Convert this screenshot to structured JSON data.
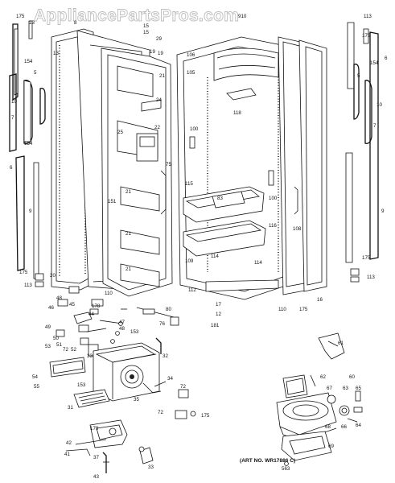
{
  "watermark": "AppliancePartsPros.com",
  "art_number": "(ART NO. WR17886 C)",
  "labels": [
    "175",
    "13",
    "8",
    "15",
    "29",
    "910",
    "113",
    "175",
    "15",
    "19",
    "19",
    "21",
    "24",
    "25",
    "22",
    "21",
    "21",
    "21",
    "75",
    "151",
    "13",
    "5",
    "154",
    "154",
    "10",
    "7",
    "6",
    "9",
    "175",
    "113",
    "106",
    "105",
    "118",
    "100",
    "115",
    "83",
    "100",
    "116",
    "108",
    "109",
    "114",
    "114",
    "112",
    "17",
    "12",
    "181",
    "110",
    "175",
    "16",
    "6",
    "154",
    "5",
    "10",
    "7",
    "9",
    "175",
    "113",
    "20",
    "48",
    "110",
    "178",
    "46",
    "45",
    "49",
    "44",
    "48",
    "47",
    "153",
    "50",
    "51",
    "72",
    "52",
    "53",
    "54",
    "55",
    "33",
    "32",
    "34",
    "72",
    "80",
    "76",
    "35",
    "72",
    "153",
    "31",
    "175",
    "179",
    "42",
    "41",
    "37",
    "33",
    "43",
    "61",
    "60",
    "62",
    "67",
    "63",
    "65",
    "66",
    "64",
    "68",
    "69",
    "563"
  ]
}
